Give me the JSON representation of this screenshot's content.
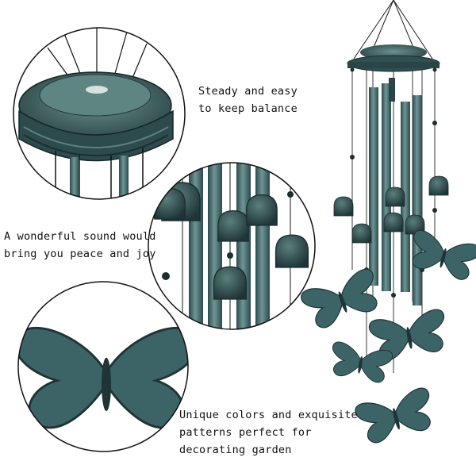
{
  "captions": [
    {
      "lines": [
        "Steady and easy",
        "to keep balance"
      ]
    },
    {
      "lines": [
        "A wonderful sound would",
        "bring you peace and joy"
      ]
    },
    {
      "lines": [
        "Unique colors and exquisite",
        "patterns perfect for",
        "decorating garden"
      ]
    }
  ],
  "colors": {
    "patina": "#3f6a6c",
    "patina_dark": "#223c3f",
    "patina_light": "#7fa3a1",
    "outline": "#111111",
    "background": "#ffffff"
  }
}
